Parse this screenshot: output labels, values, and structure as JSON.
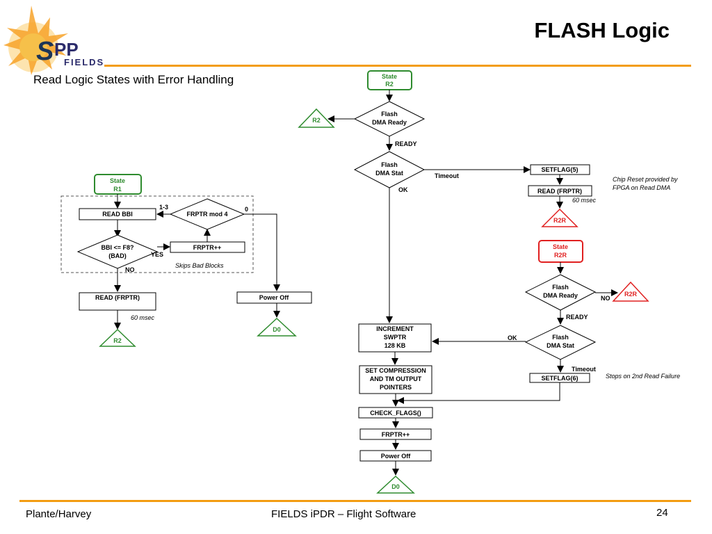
{
  "slide": {
    "title": "FLASH Logic",
    "subtitle": "Read Logic States with Error Handling",
    "logo_text": "SPP FIELDS",
    "footer_left": "Plante/Harvey",
    "footer_center": "FIELDS iPDR – Flight Software",
    "footer_page": "24"
  },
  "colors": {
    "accent": "#f39c12",
    "green": "#2e8b2e",
    "red": "#e02020"
  },
  "left_flow": {
    "state_label": [
      "State",
      "R1"
    ],
    "read_bbi": "READ BBI",
    "frptr_mod4": "FRPTR mod 4",
    "label_1_3": "1-3",
    "label_0": "0",
    "frptr_inc": "FRPTR++",
    "bbi_decision": [
      "BBI <= F8?",
      "(BAD)"
    ],
    "yes": "YES",
    "no": "NO",
    "skips_note": "Skips Bad Blocks",
    "read_frptr": "READ (FRPTR)",
    "msec_note": "60 msec",
    "goto_r2": "R2",
    "power_off": "Power Off",
    "goto_d0": "D0"
  },
  "right_flow": {
    "state_r2": [
      "State",
      "R2"
    ],
    "flash_dma_ready": [
      "Flash",
      "DMA Ready"
    ],
    "goto_r2": "R2",
    "ready": "READY",
    "flash_dma_stat": [
      "Flash",
      "DMA Stat"
    ],
    "timeout": "Timeout",
    "setflag5": "SETFLAG(5)",
    "chip_reset_note": [
      "Chip Reset provided by",
      "FPGA on Read DMA"
    ],
    "ok": "OK",
    "read_frptr": "READ (FRPTR)",
    "msec_note": "60 msec",
    "goto_r2r": "R2R",
    "state_r2r": [
      "State",
      "R2R"
    ],
    "flash_dma_ready2": [
      "Flash",
      "DMA Ready"
    ],
    "no": "NO",
    "goto_r2r_2": "R2R",
    "ready2": "READY",
    "increment": [
      "INCREMENT",
      "SWPTR",
      "128 KB"
    ],
    "ok2": "OK",
    "flash_dma_stat2": [
      "Flash",
      "DMA Stat"
    ],
    "timeout2": "Timeout",
    "setflag6": "SETFLAG(6)",
    "stops_note": "Stops on 2nd Read Failure",
    "set_compression": [
      "SET COMPRESSION",
      "AND TM OUTPUT",
      "POINTERS"
    ],
    "check_flags": "CHECK_FLAGS()",
    "frptr_inc": "FRPTR++",
    "power_off": "Power Off",
    "goto_d0": "D0"
  }
}
